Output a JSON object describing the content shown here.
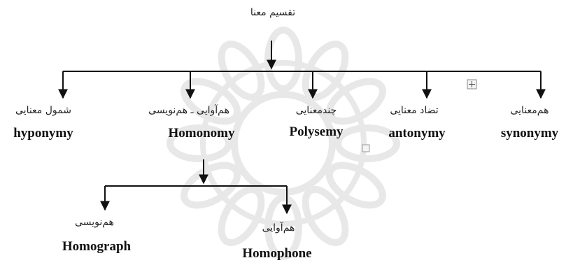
{
  "diagram": {
    "root": "تقسیم معنا",
    "categories": [
      {
        "fa": "شمول معنایی",
        "en": "hyponymy"
      },
      {
        "fa": "هم‌آوایی ـ هم‌نویسی",
        "en": "Homonomy"
      },
      {
        "fa": "چندمعنایی",
        "en": "Polysemy"
      },
      {
        "fa": "تضاد معنایی",
        "en": "antonymy"
      },
      {
        "fa": "هم‌معنایی",
        "en": "synonymy"
      }
    ],
    "sub": [
      {
        "fa": "هم‌نویسی",
        "en": "Homograph"
      },
      {
        "fa": "هم‌آوایی",
        "en": "Homophone"
      }
    ]
  },
  "colors": {
    "line": "#111111",
    "watermark": "#d9d9d9"
  },
  "icons": [
    "move-handle-icon",
    "resize-handle-icon"
  ]
}
